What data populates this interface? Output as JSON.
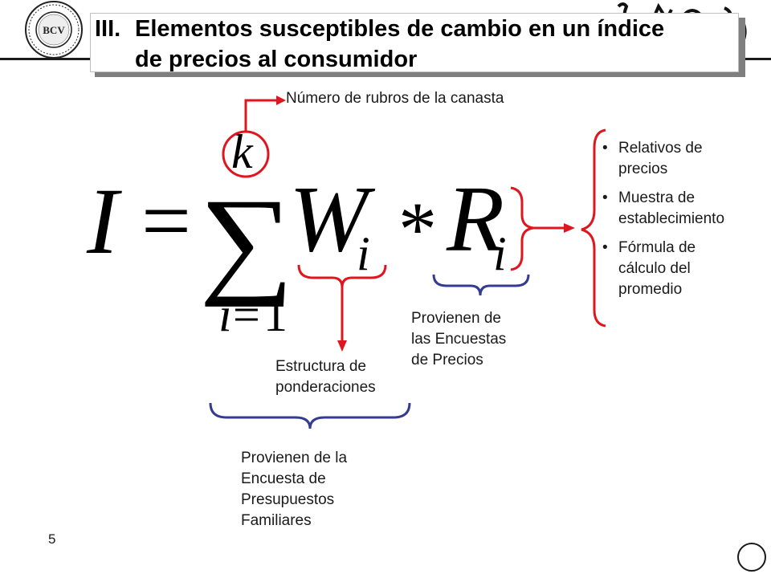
{
  "title": {
    "number": "III.",
    "line1": "Elementos susceptibles de cambio en un índice",
    "line2": "de precios al consumidor"
  },
  "logo": {
    "text": "BCV"
  },
  "formula": {
    "lhs": "I",
    "equals": "=",
    "sum_upper": "k",
    "sum_lower_var": "i",
    "sum_lower_val": "1",
    "weight": "W",
    "weight_sub": "i",
    "times": "*",
    "relative": "R",
    "relative_sub": "i"
  },
  "labels": {
    "num_rubros": "Número de rubros de la canasta",
    "estructura": [
      "Estructura de",
      "ponderaciones"
    ],
    "encuesta_precios": [
      "Provienen de",
      "las Encuestas",
      "de Precios"
    ],
    "encuesta_presupuestos": [
      "Provienen de la",
      "Encuesta de",
      "Presupuestos",
      "Familiares"
    ]
  },
  "bullets": [
    [
      "Relativos de",
      "precios"
    ],
    [
      "Muestra de",
      "establecimiento"
    ],
    [
      "Fórmula de",
      "cálculo del",
      "promedio"
    ]
  ],
  "colors": {
    "arrow_red": "#e0161e",
    "brace_blue": "#343c92",
    "text": "#1a1a1a"
  },
  "slide_number": "5"
}
